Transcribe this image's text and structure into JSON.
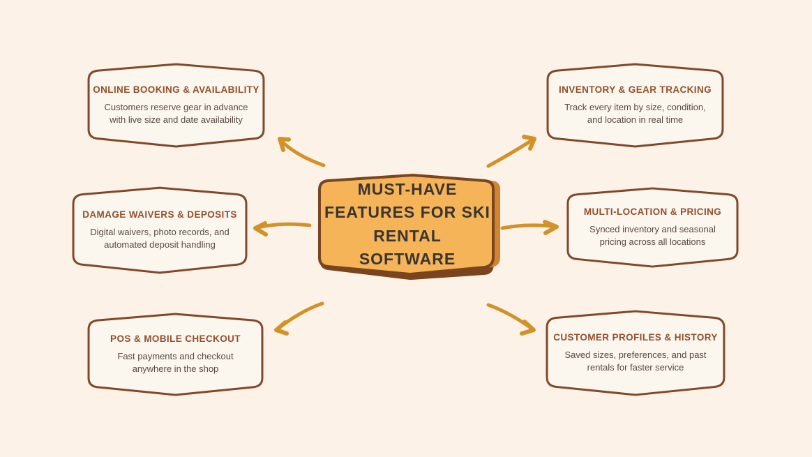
{
  "title": "Ski rental software mind map",
  "center": {
    "title": "MUST-HAVE FEATURES FOR SKI RENTAL SOFTWARE"
  },
  "nodes": [
    {
      "id": "online-booking",
      "title": "ONLINE BOOKING & AVAILABILITY",
      "body": "Customers reserve gear in advance with live size and date availability",
      "position": "top-left"
    },
    {
      "id": "inventory-tracking",
      "title": "INVENTORY & GEAR TRACKING",
      "body": "Track every item by size, condition, and location in real time",
      "position": "top-right"
    },
    {
      "id": "damage-waivers",
      "title": "DAMAGE WAIVERS & DEPOSITS",
      "body": "Digital waivers, photo records, and automated deposit handling",
      "position": "middle-left"
    },
    {
      "id": "multi-location",
      "title": "MULTI-LOCATION & PRICING",
      "body": "Synced inventory and seasonal pricing across all locations",
      "position": "middle-right"
    },
    {
      "id": "pos-checkout",
      "title": "POS & MOBILE CHECKOUT",
      "body": "Fast payments and checkout anywhere in the shop",
      "position": "bottom-left"
    },
    {
      "id": "customer-profiles",
      "title": "CUSTOMER PROFILES & HISTORY",
      "body": "Saved sizes, preferences, and past rentals for faster service",
      "position": "bottom-right"
    }
  ],
  "colors": {
    "background": "#FDF2E7",
    "node_fill": "#FBF6EE",
    "node_border": "#81492A",
    "node_title": "#93502C",
    "node_body": "#5A4A42",
    "arrow": "#D2922A",
    "center_fill": "#F6B459",
    "center_border": "#7A441F",
    "center_shadow": "#7A441F",
    "center_accent": "#CE8430",
    "center_text": "#3A3530"
  }
}
